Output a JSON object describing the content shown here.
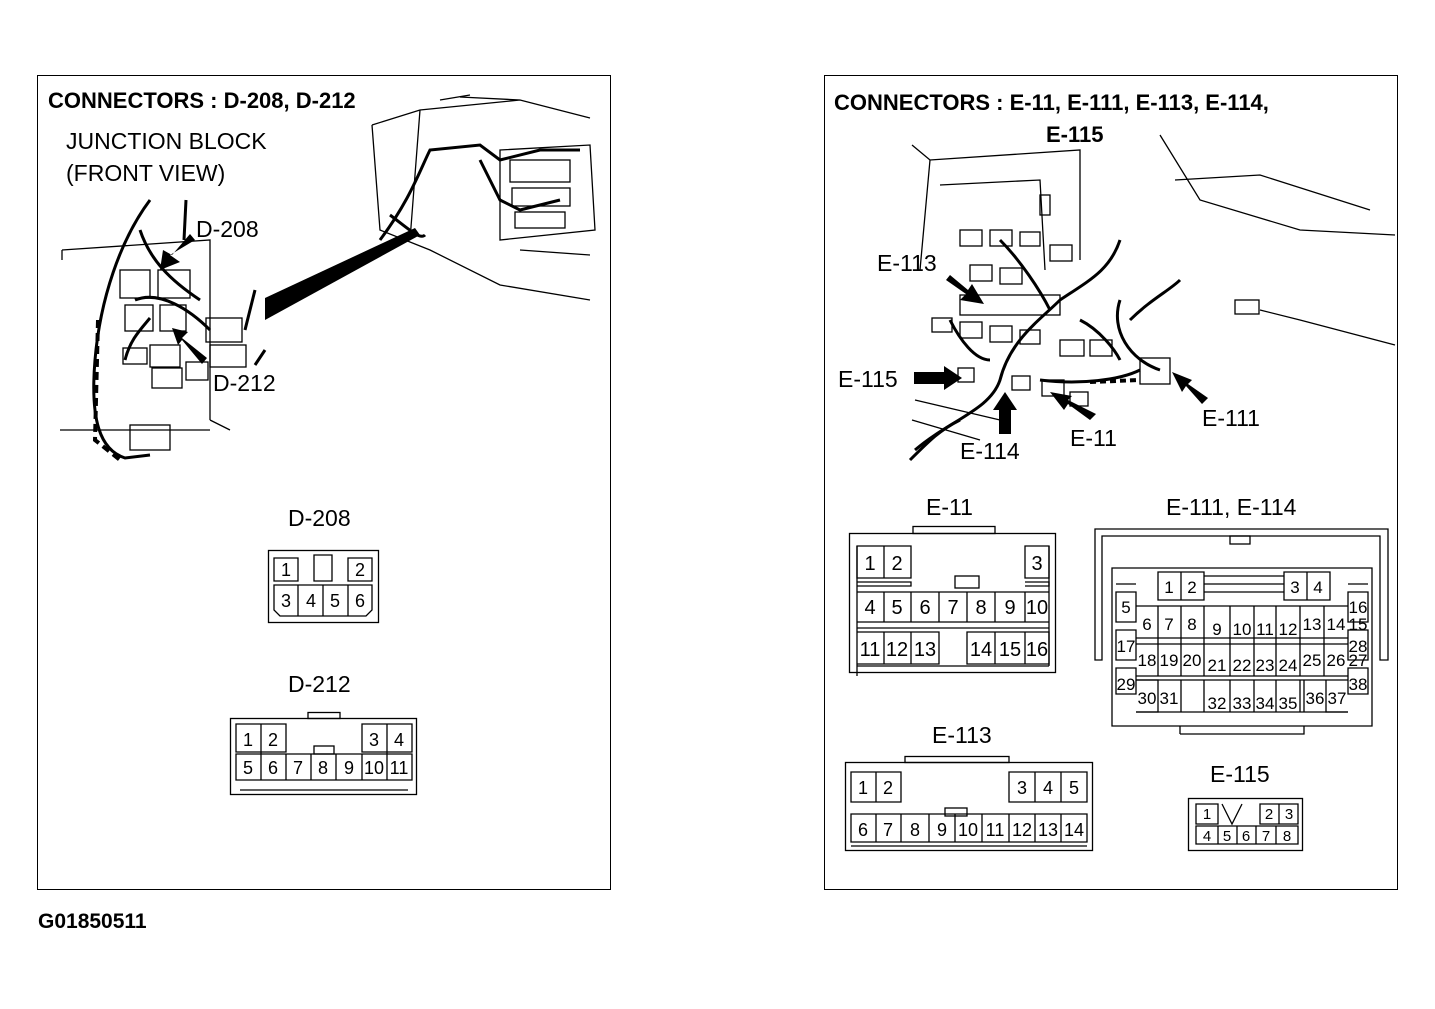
{
  "left_panel": {
    "heading": "CONNECTORS : D-208, D-212",
    "junction_line1": "JUNCTION BLOCK",
    "junction_line2": "(FRONT VIEW)",
    "callouts": [
      "D-208",
      "D-212"
    ],
    "connectors": [
      {
        "title": "D-208",
        "top_pins": [
          "1",
          "2"
        ],
        "bottom_pins": [
          "3",
          "4",
          "5",
          "6"
        ]
      },
      {
        "title": "D-212",
        "top_pins": [
          "1",
          "2",
          "3",
          "4"
        ],
        "bottom_pins": [
          "5",
          "6",
          "7",
          "8",
          "9",
          "10",
          "11"
        ]
      }
    ]
  },
  "right_panel": {
    "heading_line1": "CONNECTORS : E-11, E-111, E-113, E-114,",
    "heading_line2": "E-115",
    "callouts": [
      "E-113",
      "E-115",
      "E-114",
      "E-11",
      "E-111"
    ],
    "connectors": [
      {
        "title": "E-11",
        "pins": [
          "1",
          "2",
          "3",
          "4",
          "5",
          "6",
          "7",
          "8",
          "9",
          "10",
          "11",
          "12",
          "13",
          "14",
          "15",
          "16"
        ]
      },
      {
        "title": "E-111, E-114",
        "pins": [
          "1",
          "2",
          "3",
          "4",
          "5",
          "6",
          "7",
          "8",
          "9",
          "10",
          "11",
          "12",
          "13",
          "14",
          "15",
          "16",
          "17",
          "18",
          "19",
          "20",
          "21",
          "22",
          "23",
          "24",
          "25",
          "26",
          "27",
          "28",
          "29",
          "30",
          "31",
          "32",
          "33",
          "34",
          "35",
          "36",
          "37",
          "38"
        ]
      },
      {
        "title": "E-113",
        "pins": [
          "1",
          "2",
          "3",
          "4",
          "5",
          "6",
          "7",
          "8",
          "9",
          "10",
          "11",
          "12",
          "13",
          "14"
        ]
      },
      {
        "title": "E-115",
        "pins": [
          "1",
          "2",
          "3",
          "4",
          "5",
          "6",
          "7",
          "8"
        ]
      }
    ]
  },
  "figure_code": "G01850511"
}
